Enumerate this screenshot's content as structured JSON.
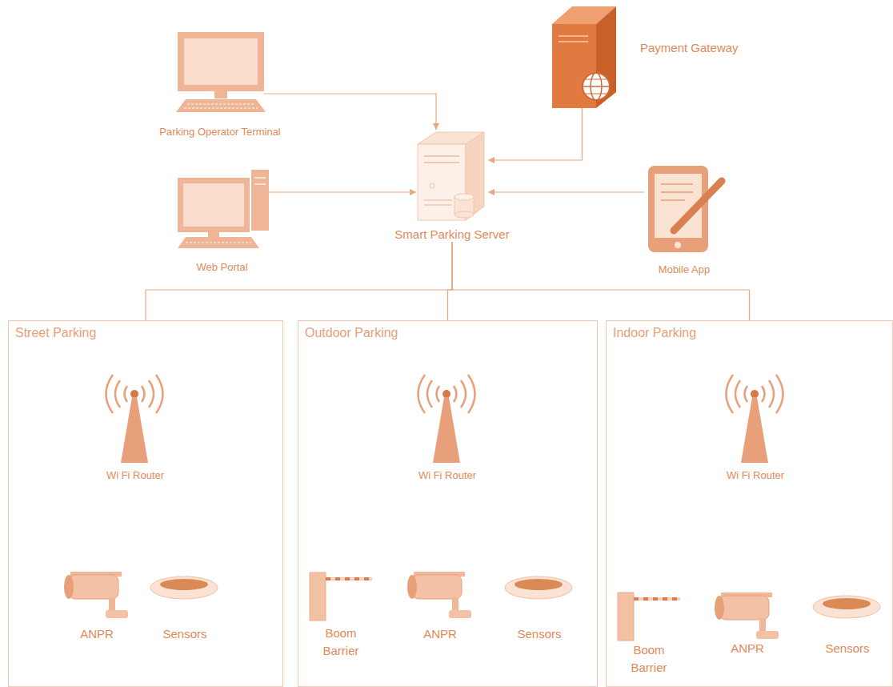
{
  "diagram": {
    "nodes": [
      {
        "text": [
          "Parking Operator Terminal"
        ]
      },
      {
        "text": [
          "Payment Gateway"
        ]
      },
      {
        "text": [
          "Web Portal"
        ]
      },
      {
        "text": [
          "Smart Parking Server"
        ]
      },
      {
        "text": [
          "Mobile App"
        ]
      },
      {
        "text": [
          "Street Parking"
        ]
      },
      {
        "text": [
          "Wi Fi Router"
        ],
        "in": 5
      },
      {
        "text": [
          "ANPR"
        ],
        "in": 5
      },
      {
        "text": [
          "Sensors"
        ],
        "in": 5
      },
      {
        "text": [
          "Outdoor Parking"
        ]
      },
      {
        "text": [
          "Wi Fi Router"
        ],
        "in": 9
      },
      {
        "text": [
          "Boom Barrier"
        ],
        "in": 9
      },
      {
        "text": [
          "ANPR"
        ],
        "in": 9
      },
      {
        "text": [
          "Sensors"
        ],
        "in": 9
      },
      {
        "text": [
          "Indoor Parking"
        ]
      },
      {
        "text": [
          "Wi Fi Router"
        ],
        "in": 14
      },
      {
        "text": [
          "Boom Barrier"
        ],
        "in": 14
      },
      {
        "text": [
          "ANPR"
        ],
        "in": 14
      },
      {
        "text": [
          "Sensors"
        ],
        "in": 14
      }
    ],
    "edges": [
      {
        "from": 0,
        "to": 3,
        "arrow": "to"
      },
      {
        "from": 1,
        "to": 3,
        "arrow": "to"
      },
      {
        "from": 2,
        "to": 3,
        "arrow": "to"
      },
      {
        "from": 4,
        "to": 3,
        "arrow": "to"
      },
      {
        "from": 3,
        "to": 5,
        "arrow": "none"
      },
      {
        "from": 3,
        "to": 9,
        "arrow": "none"
      },
      {
        "from": 3,
        "to": 14,
        "arrow": "none"
      }
    ]
  }
}
